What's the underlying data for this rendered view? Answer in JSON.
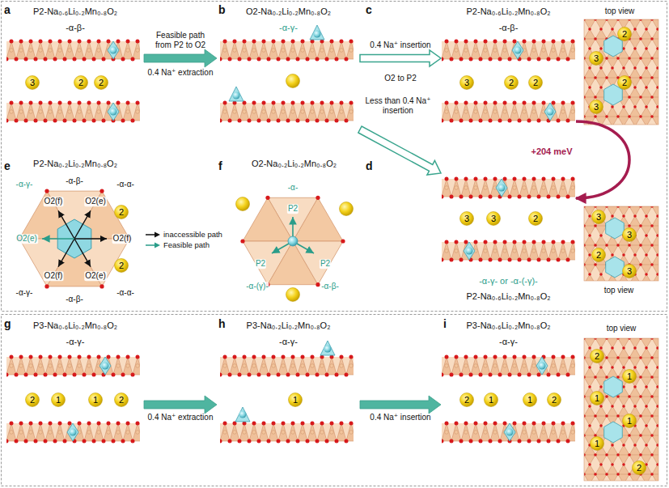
{
  "diagram": {
    "nodes": [
      {
        "text": [
          "P2-Na₀.₆Li₀.₂Mn₀.₈O₂",
          "-α-β-"
        ]
      },
      {
        "text": [
          "O2-Na₀.₂Li₀.₂Mn₀.₈O₂",
          "-α-γ-"
        ]
      },
      {
        "text": [
          "P2-Na₀.₆Li₀.₂Mn₀.₈O₂",
          "-α-β-"
        ]
      },
      {
        "text": [
          "-α-γ- or -α-(-γ)-",
          "P2-Na₀.₆Li₀.₂Mn₀.₈O₂"
        ]
      },
      {
        "text": [
          "P2-Na₀.₂Li₀.₂Mn₀.₈O₂"
        ]
      },
      {
        "text": [
          "O2-Na₀.₂Li₀.₂Mn₀.₈O₂"
        ]
      },
      {
        "text": [
          "P3-Na₀.₆Li₀.₂Mn₀.₈O₂",
          "-α-γ-"
        ]
      },
      {
        "text": [
          "P3-Na₀.₂Li₀.₂Mn₀.₈O₂",
          "-α-γ-"
        ]
      },
      {
        "text": [
          "P3-Na₀.₆Li₀.₂Mn₀.₈O₂",
          "-α-γ-"
        ]
      }
    ],
    "edges": [
      {
        "from": 0,
        "to": 1,
        "label": "Feasible path from P2 to O2",
        "arrow": "to"
      },
      {
        "from": 1,
        "to": 2,
        "label": "0.4 Na⁺ insertion",
        "arrow": "to"
      },
      {
        "from": 1,
        "to": 3,
        "label": "Less than 0.4 Na⁺ insertion",
        "arrow": "to"
      },
      {
        "from": 2,
        "to": 3,
        "label": "+204 meV",
        "arrow": "to"
      },
      {
        "from": 6,
        "to": 7,
        "label": "0.4 Na⁺ extraction",
        "arrow": "to"
      },
      {
        "from": 7,
        "to": 8,
        "label": "0.4 Na⁺ insertion",
        "arrow": "to"
      }
    ],
    "labels": [
      "a",
      "b",
      "c",
      "d",
      "e",
      "f",
      "g",
      "h",
      "i",
      "0.4 Na⁺ extraction",
      "O2 to P2",
      "top view",
      "3",
      "2",
      "2",
      "3",
      "2",
      "2",
      "2",
      "3",
      "2",
      "3",
      "3",
      "3",
      "2",
      "3",
      "3",
      "2",
      "3",
      "top view",
      "-α-β-",
      "-α-γ-",
      "-α-α-",
      "O2(f)",
      "O2(e)",
      "O2(e)",
      "O2(f)",
      "O2(f)",
      "O2(e)",
      "-α-γ-",
      "-α-α-",
      "-α-β-",
      "2",
      "2",
      "-α-",
      "P2",
      "P2",
      "P2",
      "-α-(γ)-",
      "-α-β-",
      "2",
      "1",
      "1",
      "2",
      "1",
      "2",
      "1",
      "1",
      "2",
      "top view",
      "2",
      "1",
      "1",
      "1",
      "1",
      "2"
    ],
    "legend": [
      {
        "text": "inaccessible path"
      },
      {
        "text": "Feasible path"
      }
    ]
  }
}
